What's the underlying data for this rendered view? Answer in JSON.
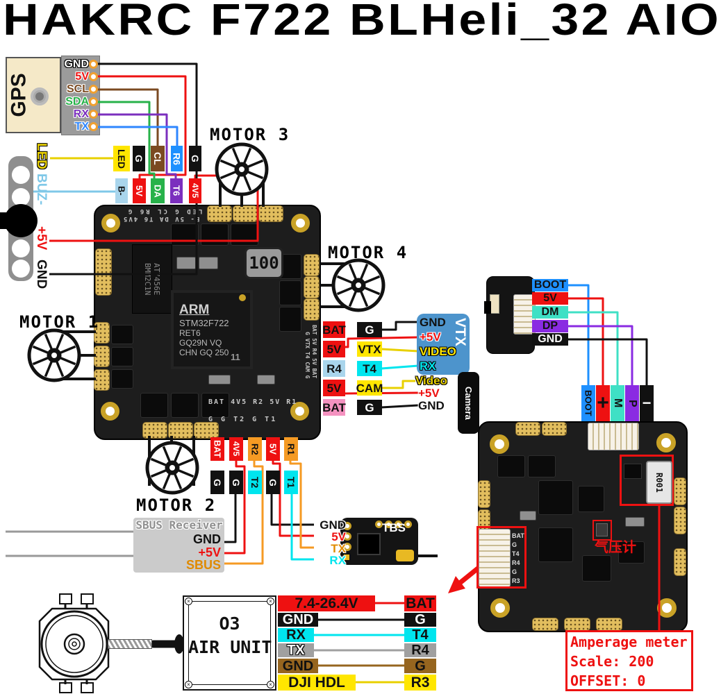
{
  "title": "HAKRC F722 BLHeli_32 AIO",
  "palette": {
    "red": "#EE1111",
    "pink": "#F492C0",
    "orange": "#F59A23",
    "yellow": "#FFE600",
    "ledYellow": "#E8D000",
    "green": "#27B24A",
    "mint": "#3FE0C5",
    "cyan": "#00E5EE",
    "lightblue": "#A9D5EC",
    "skyblue": "#7FC8E8",
    "blue": "#1E90FF",
    "gpsblue": "#2E86FF",
    "purple": "#8A2BE2",
    "violet": "#7B2FBE",
    "brown": "#7B4A21",
    "tan": "#96651F",
    "black": "#111111",
    "white": "#FFFFFF",
    "gray": "#A0A0A0",
    "midgray": "#909090",
    "vtxblue": "#4D94CC",
    "textorange": "#E08A00",
    "annotation": "#EE1111"
  },
  "gps": {
    "name": "GPS",
    "pins": [
      "GND",
      "5V",
      "SCL",
      "SDA",
      "RX",
      "TX"
    ]
  },
  "fc_top_pads": {
    "row1": [
      "LED",
      "G",
      "CL",
      "R6",
      "G"
    ],
    "row2": [
      "B-",
      "5V",
      "DA",
      "T6",
      "4V5"
    ]
  },
  "led_buzzer": {
    "labels": [
      "LED",
      "BUZ-",
      "+5V",
      "GND"
    ]
  },
  "motors": {
    "m1": "MOTOR 1",
    "m2": "MOTOR 2",
    "m3": "MOTOR 3",
    "m4": "MOTOR 4"
  },
  "board_front": {
    "mcu_lines": [
      "ARM",
      "STM32F722",
      "RET6",
      "GQ29N VQ",
      "CHN GQ 250"
    ],
    "mcu_mark": "11",
    "osd_chip": "AT7456E BMM2C1N",
    "inductor": "100",
    "silk_top1": "LED G CL R6 G",
    "silk_top2": "B- 5V DA T6 4V5",
    "silk_right1": "BAT 5V R4 5V BAT",
    "silk_right2": "G VTX T4 CAM G",
    "silk_bottom1": "BAT 4V5 R2 5V R1",
    "silk_bottom2": "G  G  T2  G  T1"
  },
  "fc_right_pads": {
    "col1": [
      "BAT",
      "5V",
      "R4",
      "5V",
      "BAT"
    ],
    "col2": [
      "G",
      "VTX",
      "T4",
      "CAM",
      "G"
    ]
  },
  "vtx": {
    "name": "VTX",
    "pins": [
      "GND",
      "+5V",
      "VIDEO",
      "RX"
    ]
  },
  "camera": {
    "name": "Camera",
    "pins": [
      "Video",
      "+5V",
      "GND"
    ]
  },
  "usb_adapter": {
    "labels": [
      "BOOT",
      "5V",
      "DM",
      "DP",
      "GND"
    ]
  },
  "boot_pads": [
    "BOOT",
    "+",
    "M",
    "P",
    "−"
  ],
  "fc_bottom_pads": {
    "row1": [
      "BAT",
      "4V5",
      "R2",
      "5V",
      "R1"
    ],
    "row2": [
      "G",
      "G",
      "T2",
      "G",
      "T1"
    ]
  },
  "sbus_receiver": {
    "title": "SBUS Receiver",
    "pins": [
      "GND",
      "+5V",
      "SBUS"
    ]
  },
  "tbs": {
    "name": "TBS",
    "pins": [
      "GND",
      "5V",
      "TX",
      "RX"
    ]
  },
  "board_back": {
    "shunt": "R001",
    "connector_pins": [
      "BAT",
      "G",
      "T4",
      "R4",
      "G",
      "R3"
    ],
    "barometer_label": "气压计"
  },
  "amperage_meter": {
    "title": "Amperage meter",
    "scale": "Scale: 200",
    "offset": "OFFSET: 0"
  },
  "air_unit": {
    "line1": "O3",
    "line2": "AIR UNIT"
  },
  "o3_table": {
    "rows": [
      [
        "7.4-26.4V",
        "BAT"
      ],
      [
        "GND",
        "G"
      ],
      [
        "RX",
        "T4"
      ],
      [
        "TX",
        "R4"
      ],
      [
        "GND",
        "G"
      ],
      [
        "DJI HDL",
        "R3"
      ]
    ]
  }
}
